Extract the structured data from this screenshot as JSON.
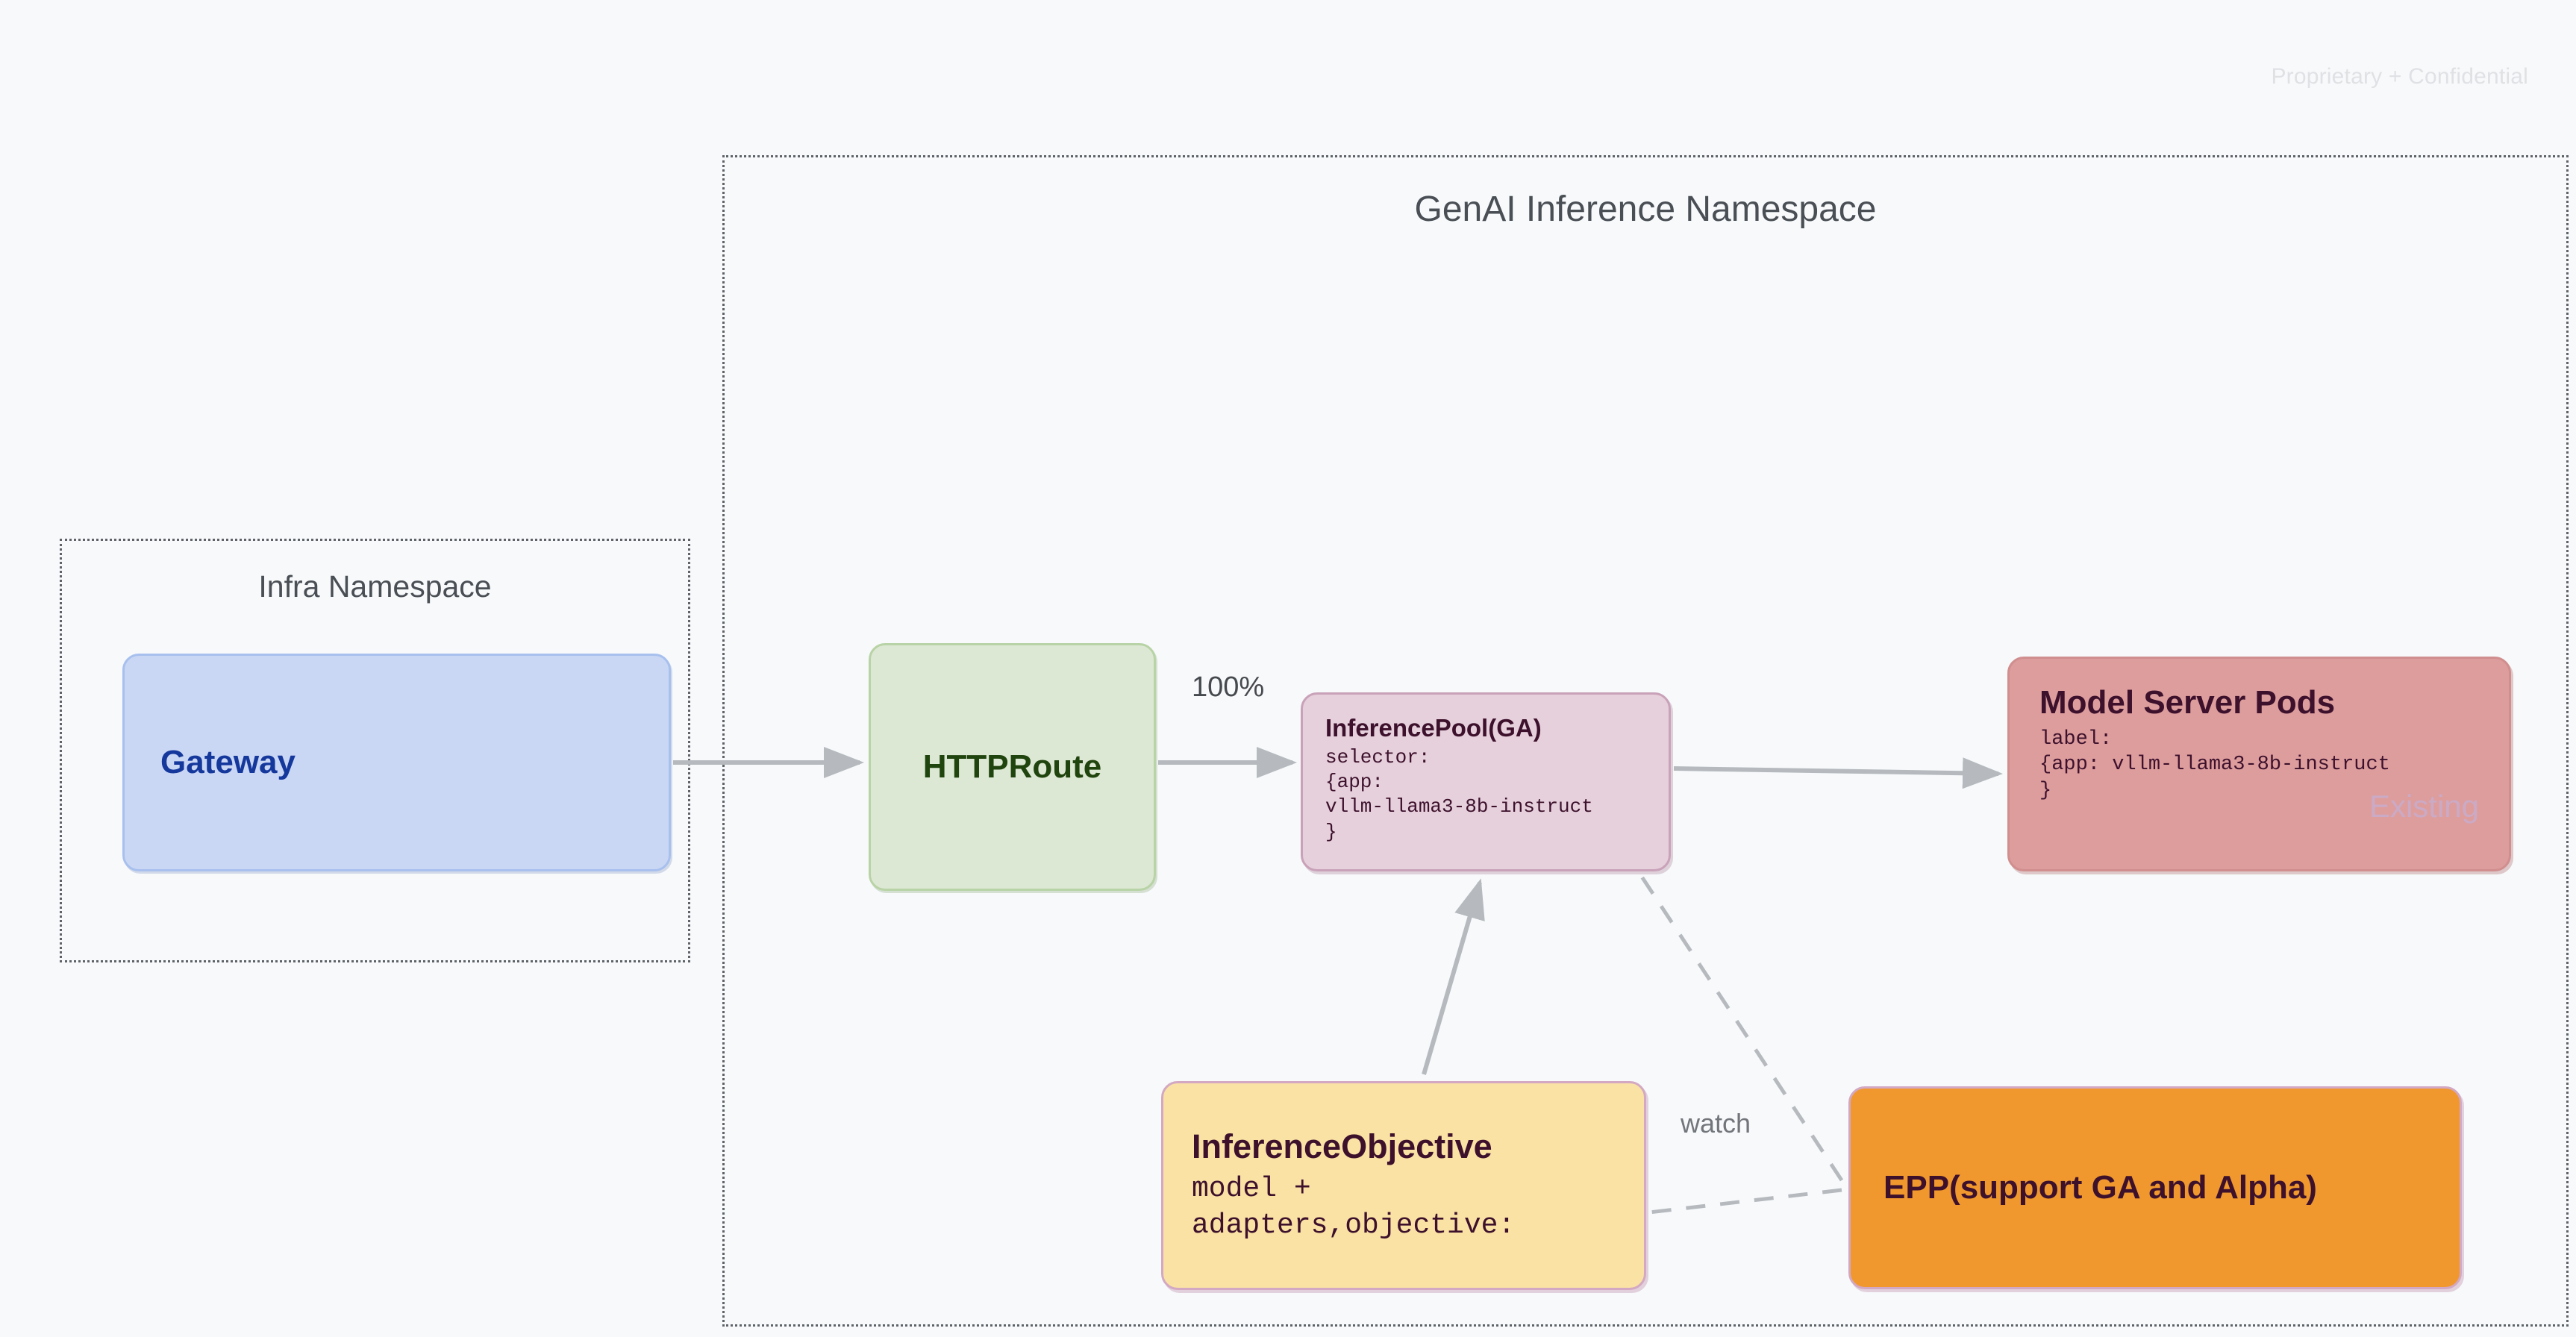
{
  "page": {
    "watermark": "Proprietary + Confidential",
    "background_color": "#f7f9fb"
  },
  "namespaces": [
    {
      "id": "genai",
      "title": "GenAI Inference Namespace",
      "border_style": "dotted",
      "border_color": "#5f6368"
    },
    {
      "id": "infra",
      "title": "Infra Namespace",
      "border_style": "dotted",
      "border_color": "#5f6368"
    }
  ],
  "nodes": {
    "gateway": {
      "title": "Gateway",
      "fill": "#c9d7f4",
      "text_color": "#15389c"
    },
    "httproute": {
      "title": "HTTPRoute",
      "fill": "#dde8d4",
      "text_color": "#20440e"
    },
    "inferencepool": {
      "title": "InferencePool(GA)",
      "code": "selector:\n{app:\nvllm-llama3-8b-instruct\n}",
      "fill": "#e6d0dc",
      "text_color": "#3d112c"
    },
    "modelserverpods": {
      "title": "Model Server Pods",
      "code": "label:\n{app: vllm-llama3-8b-instruct\n}",
      "badge": "Existing",
      "fill": "#dd9d9d",
      "text_color": "#3d112c",
      "badge_color": "#cbaac6"
    },
    "inferenceobjective": {
      "title": "InferenceObjective",
      "code": "model +\nadapters,objective:",
      "fill": "#fae2a5",
      "text_color": "#3d112c"
    },
    "epp": {
      "title": "EPP(support GA and Alpha)",
      "fill": "#f0982e",
      "text_color": "#3d112c"
    }
  },
  "edges": [
    {
      "id": "gateway-to-httproute",
      "from": "gateway",
      "to": "httproute",
      "label": "",
      "style": "solid",
      "arrow": true
    },
    {
      "id": "httproute-to-inferencepool",
      "from": "httproute",
      "to": "inferencepool",
      "label": "100%",
      "style": "solid",
      "arrow": true
    },
    {
      "id": "inferencepool-to-modelserverpods",
      "from": "inferencepool",
      "to": "modelserverpods",
      "label": "",
      "style": "solid",
      "arrow": true
    },
    {
      "id": "inferenceobjective-to-inferencepool",
      "from": "inferenceobjective",
      "to": "inferencepool",
      "label": "",
      "style": "solid",
      "arrow": true
    },
    {
      "id": "epp-watch-inferencepool",
      "from": "epp",
      "to": "inferencepool",
      "label": "watch",
      "style": "dashed",
      "arrow": false
    },
    {
      "id": "epp-watch-inferenceobjective",
      "from": "epp",
      "to": "inferenceobjective",
      "label": "",
      "style": "dashed",
      "arrow": false
    }
  ],
  "colors": {
    "edge_stroke": "#b6babe",
    "namespace_border": "#5f6368",
    "watermark": "#dfe1e4"
  }
}
